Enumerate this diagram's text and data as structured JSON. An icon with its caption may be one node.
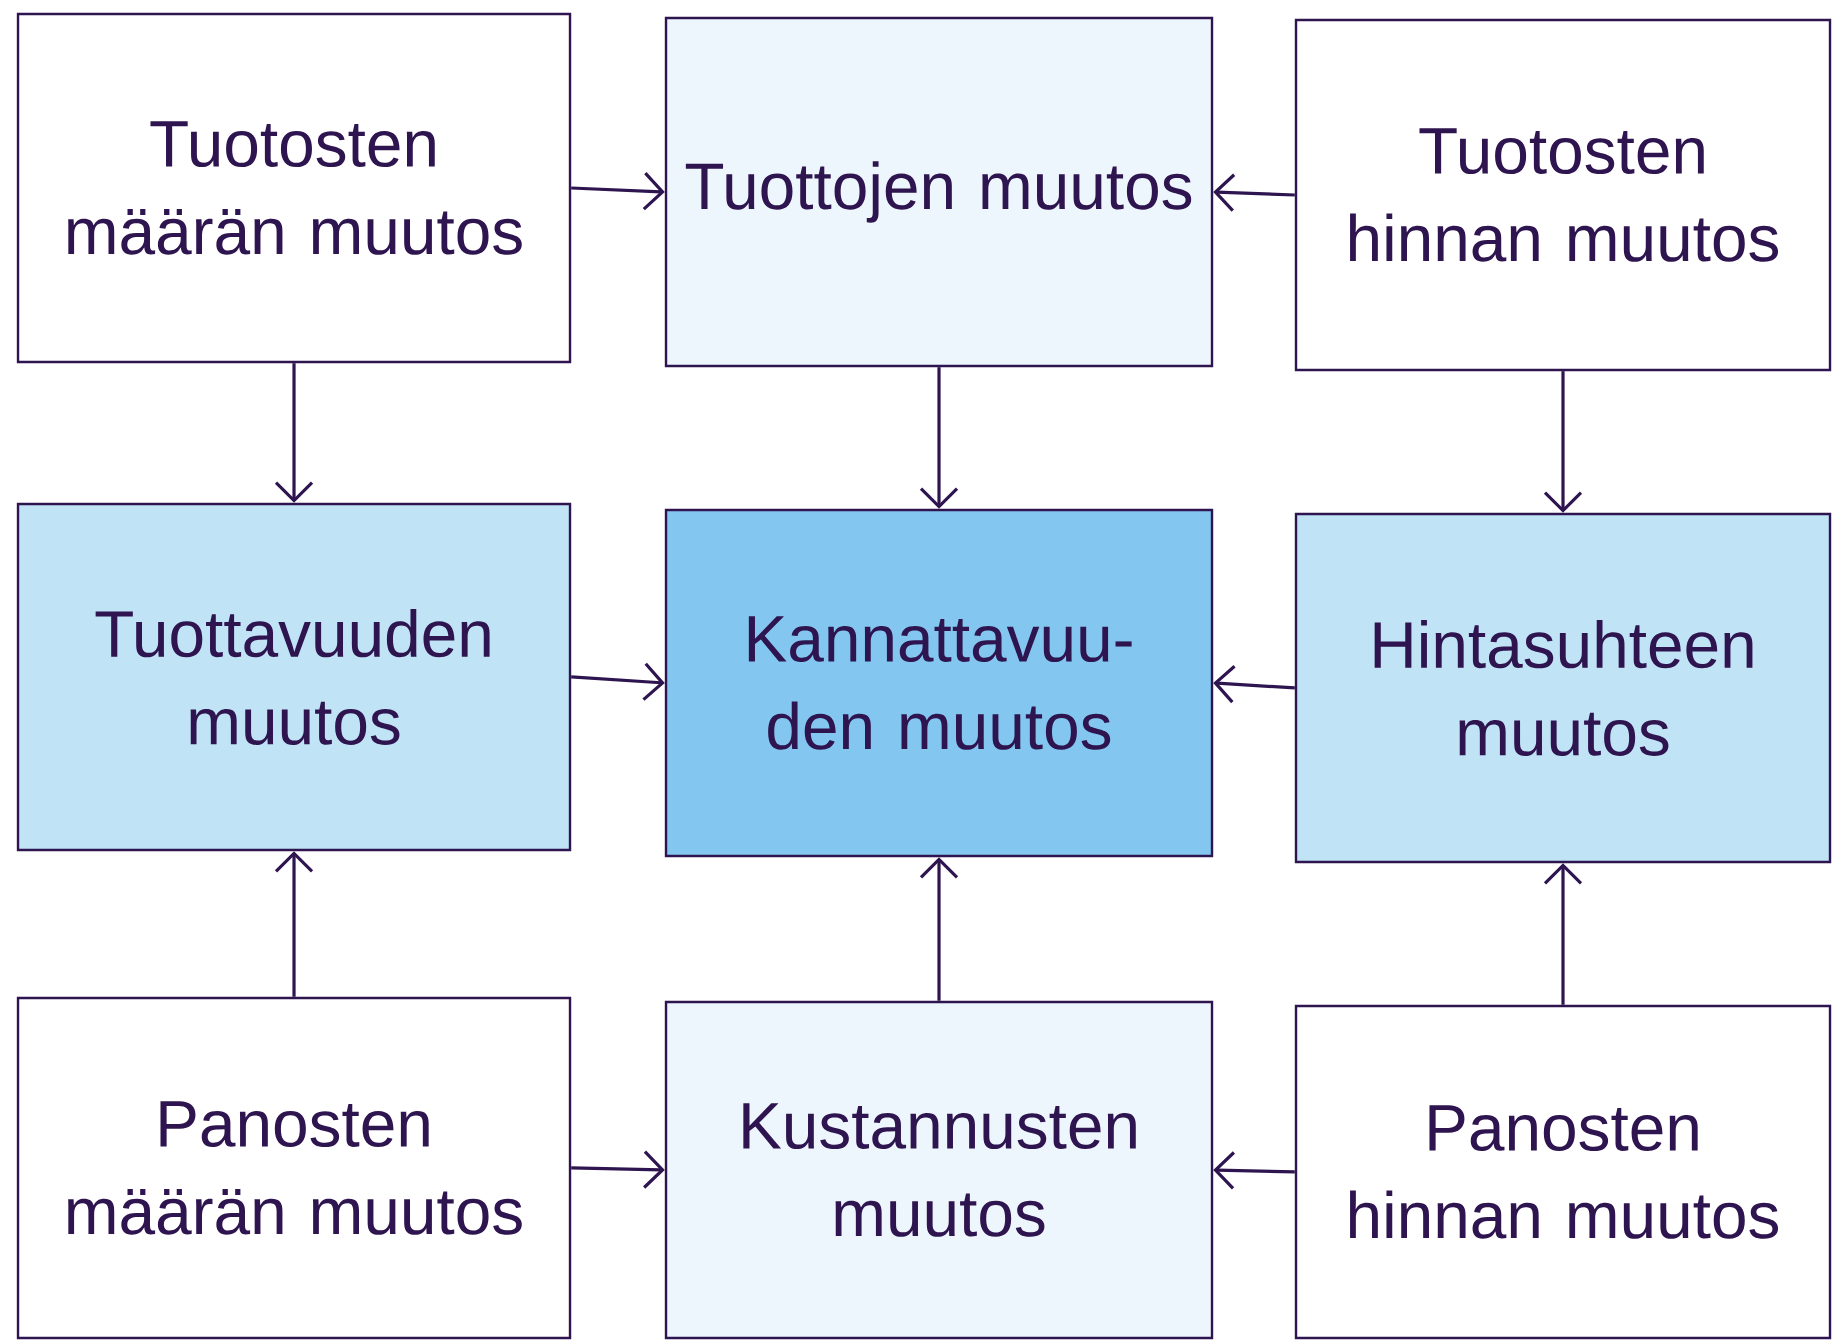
{
  "diagram": {
    "nodes": [
      {
        "text": [
          "Tuotosten määrän muutos"
        ]
      },
      {
        "text": [
          "Tuottojen muutos"
        ]
      },
      {
        "text": [
          "Tuotosten hinnan muutos"
        ]
      },
      {
        "text": [
          "Tuottavuuden muutos"
        ]
      },
      {
        "text": [
          "Kannattavuu- den muutos"
        ]
      },
      {
        "text": [
          "Hintasuhteen muutos"
        ]
      },
      {
        "text": [
          "Panosten määrän muutos"
        ]
      },
      {
        "text": [
          "Kustannusten muutos"
        ]
      },
      {
        "text": [
          "Panosten hinnan muutos"
        ]
      }
    ],
    "edges": [
      {
        "from": 0,
        "to": 1,
        "arrow": "to"
      },
      {
        "from": 2,
        "to": 1,
        "arrow": "to"
      },
      {
        "from": 0,
        "to": 3,
        "arrow": "to"
      },
      {
        "from": 1,
        "to": 4,
        "arrow": "to"
      },
      {
        "from": 2,
        "to": 5,
        "arrow": "to"
      },
      {
        "from": 3,
        "to": 4,
        "arrow": "to"
      },
      {
        "from": 5,
        "to": 4,
        "arrow": "to"
      },
      {
        "from": 6,
        "to": 3,
        "arrow": "to"
      },
      {
        "from": 7,
        "to": 4,
        "arrow": "to"
      },
      {
        "from": 8,
        "to": 5,
        "arrow": "to"
      },
      {
        "from": 6,
        "to": 7,
        "arrow": "to"
      },
      {
        "from": 8,
        "to": 7,
        "arrow": "to"
      }
    ]
  }
}
